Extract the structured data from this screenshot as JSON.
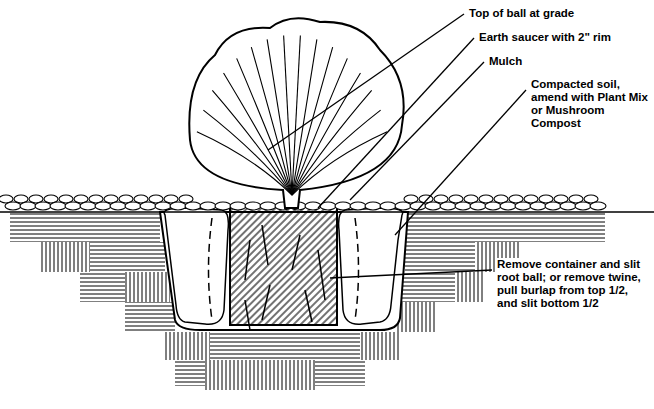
{
  "diagram": {
    "labels": [
      "Top of ball at grade",
      "Earth saucer with 2\" rim",
      "Mulch",
      "Compacted soil, amend with Plant Mix or Mushroom Compost",
      "Remove container and slit root ball; or remove twine, pull burlap from top 1/2, and slit bottom 1/2"
    ]
  }
}
